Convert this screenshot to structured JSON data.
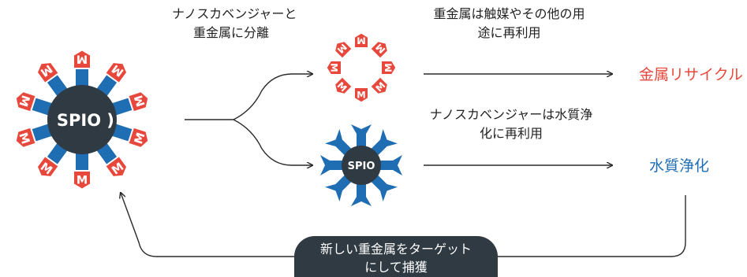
{
  "steps": {
    "separate_line1": "ナノスカベンジャーと",
    "separate_line2": "重金属に分離",
    "metal_reuse_line1": "重金属は触媒やその他の用",
    "metal_reuse_line2": "途に再利用",
    "scavenger_reuse_line1": "ナノスカベンジャーは水質浄",
    "scavenger_reuse_line2": "化に再利用",
    "capture_line1": "新しい重金属をターゲット",
    "capture_line2": "にして捕獲"
  },
  "outcomes": {
    "metal_recycling": "金属リサイクル",
    "water_purification": "水質浄化"
  },
  "particle": {
    "core_label": "SPIO",
    "metal_symbol": "M"
  },
  "colors": {
    "core": "#2f3a42",
    "arms": "#1f6db3",
    "metal": "#e8483b",
    "metal_text_color": "#e8483b",
    "water_text_color": "#1f6db3",
    "lines": "#2a2a2a"
  }
}
